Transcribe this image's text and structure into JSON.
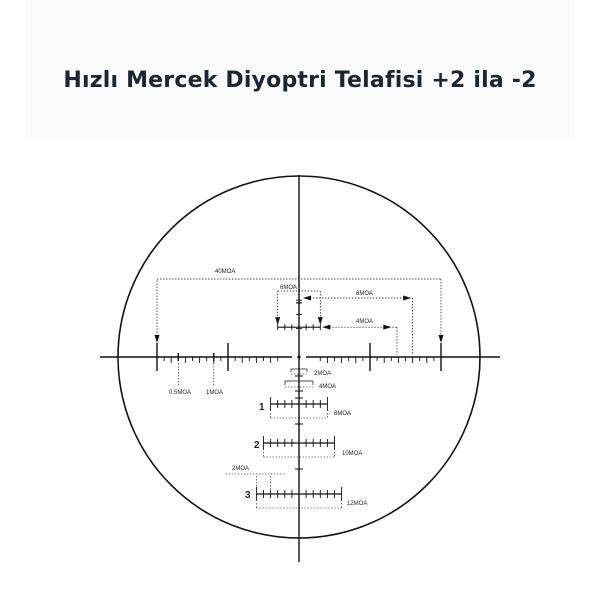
{
  "title": "Hızlı Mercek Diyoptri Telafisi +2 ila -2",
  "colors": {
    "line": "#111111",
    "title": "#1c2633"
  },
  "labels": {
    "moa40": "40MOA",
    "moa6": "6MOA",
    "moa8": "8MOA",
    "moa4": "4MOA",
    "moa05": "0.5MOA",
    "moa1": "1MOA",
    "moa2_bracket": "2MOA",
    "moa4_bracket": "4MOA",
    "bar1_num": "1",
    "bar1_label": "8MOA",
    "bar2_num": "2",
    "bar2_label": "10MOA",
    "bar3_num": "3",
    "bar3_label": "12MOA",
    "bar3_spacing": "2MOA"
  }
}
